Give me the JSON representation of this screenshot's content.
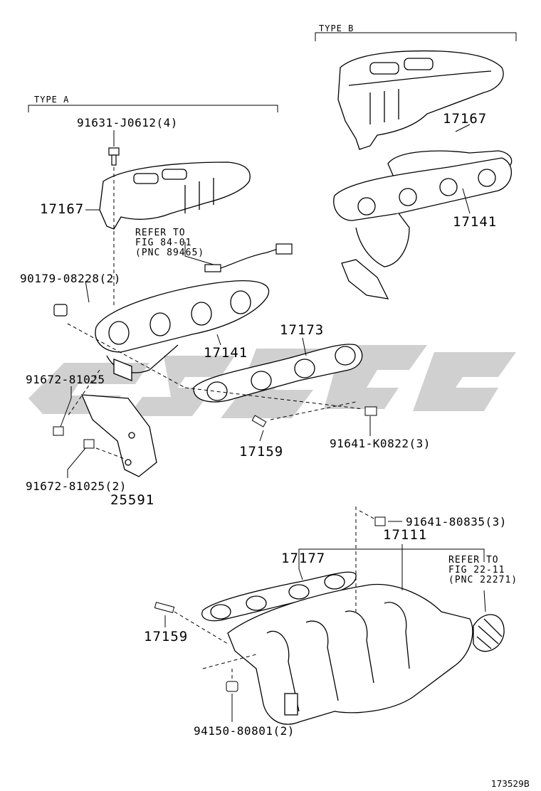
{
  "type_a": {
    "label": "TYPE A"
  },
  "type_b": {
    "label": "TYPE B"
  },
  "parts": {
    "p91631": "91631-J0612(4)",
    "p17167_a": "17167",
    "p17167_b": "17167",
    "p17141_a": "17141",
    "p17141_b": "17141",
    "p90179": "90179-08228(2)",
    "p17173": "17173",
    "p91672_top": "91672-81025",
    "p91672_bot": "91672-81025(2)",
    "p25591": "25591",
    "p17159_a": "17159",
    "p91641_k": "91641-K0822(3)",
    "p91641_8": "91641-80835(3)",
    "p17111": "17111",
    "p17177": "17177",
    "p17159_b": "17159",
    "p94150": "94150-80801(2)"
  },
  "ref_o2": {
    "line1": "REFER TO",
    "line2": "FIG 84-01",
    "line3": "(PNC 89465)"
  },
  "ref_throttle": {
    "line1": "REFER TO",
    "line2": "FIG 22-11",
    "line3": "(PNC 22271)"
  },
  "figure_id": "173529B"
}
